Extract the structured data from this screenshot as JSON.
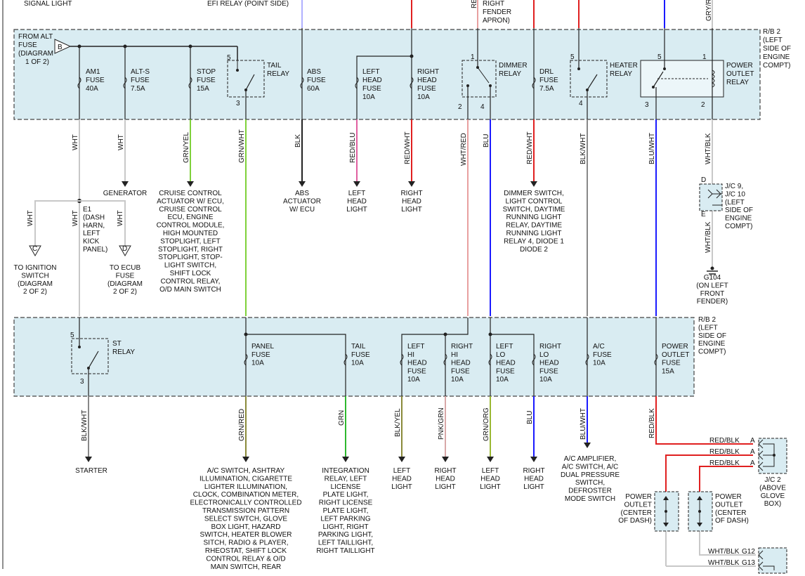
{
  "header": {
    "top_left": "SIGNAL LIGHT",
    "top_mid": "EFI RELAY (POINT SIDE)",
    "top_right_1": "RIGHT",
    "top_right_2": "FENDER",
    "top_right_3": "APRON)",
    "wire_re": "RE",
    "wire_gryrd": "GRY/R"
  },
  "box_top": {
    "label": [
      "R/B 2",
      "(LEFT",
      "SIDE OF",
      "ENGINE",
      "COMPT)"
    ],
    "from_alt": [
      "FROM ALT",
      "FUSE",
      "(DIAGRAM",
      "1 OF 2)"
    ],
    "connector_b": "B",
    "fuses": [
      {
        "lines": [
          "AM1",
          "FUSE",
          "40A"
        ]
      },
      {
        "lines": [
          "ALT-S",
          "FUSE",
          "7.5A"
        ]
      },
      {
        "lines": [
          "STOP",
          "FUSE",
          "15A"
        ]
      },
      {
        "lines": [
          "ABS",
          "FUSE",
          "60A"
        ]
      },
      {
        "lines": [
          "LEFT",
          "HEAD",
          "FUSE",
          "10A"
        ]
      },
      {
        "lines": [
          "RIGHT",
          "HEAD",
          "FUSE",
          "10A"
        ]
      },
      {
        "lines": [
          "DRL",
          "FUSE",
          "7.5A"
        ]
      }
    ],
    "relays": [
      {
        "lines": [
          "TAIL",
          "RELAY"
        ],
        "pins": [
          "5",
          "3"
        ]
      },
      {
        "lines": [
          "DIMMER",
          "RELAY"
        ],
        "pins": [
          "1",
          "2",
          "4"
        ]
      },
      {
        "lines": [
          "HEATER",
          "RELAY"
        ],
        "pins": [
          "5",
          "4"
        ]
      },
      {
        "lines": [
          "POWER",
          "OUTLET",
          "RELAY"
        ],
        "pins": [
          "5",
          "1",
          "3",
          "2"
        ]
      }
    ]
  },
  "mid_wires": {
    "labels": [
      "WHT",
      "WHT",
      "GRN/YEL",
      "GRN/WHT",
      "BLK",
      "RED/BLU",
      "RED/WHT",
      "WHT/RED",
      "BLU",
      "RED/WHT",
      "BLK/WHT",
      "BLU/WHT",
      "WHT/BLK",
      "WHT/BLK",
      "WHT",
      "WHT",
      "WHT"
    ],
    "generator": "GENERATOR",
    "cruise": [
      "CRUISE CONTROL",
      "ACTUATOR W/ ECU,",
      "CRUISE CONTROL",
      "ECU, ENGINE",
      "CONTROL MODULE,",
      "HIGH MOUNTED",
      "STOPLIGHT, LEFT",
      "STOPLIGHT, RIGHT",
      "STOPLIGHT, STOP-",
      "LIGHT SWITCH,",
      "SHIFT LOCK",
      "CONTROL RELAY,",
      "O/D MAIN SWITCH"
    ],
    "abs": [
      "ABS",
      "ACTUATOR",
      "W/ ECU"
    ],
    "left_head": [
      "LEFT",
      "HEAD",
      "LIGHT"
    ],
    "right_head": [
      "RIGHT",
      "HEAD",
      "LIGHT"
    ],
    "dimmer_switch": [
      "DIMMER SWITCH,",
      "LIGHT CONTROL",
      "SWITCH, DAYTIME",
      "RUNNING LIGHT",
      "RELAY, DAYTIME",
      "RUNNING LIGHT",
      "RELAY 4, DIODE 1",
      "DIODE 2"
    ],
    "jc9": [
      "J/C 9,",
      "J/C 10",
      "(LEFT",
      "SIDE OF",
      "ENGINE",
      "COMPT)"
    ],
    "jc9_pins": [
      "D",
      "E"
    ],
    "g104": [
      "G104",
      "(ON LEFT",
      "FRONT",
      "FENDER)"
    ],
    "e1": [
      "E1",
      "(DASH",
      "HARN,",
      "LEFT",
      "KICK",
      "PANEL)"
    ],
    "conn_c": "C",
    "conn_d": "D",
    "to_ignition": [
      "TO IGNITION",
      "SWITCH",
      "(DIAGRAM",
      "2 OF 2)"
    ],
    "to_ecub": [
      "TO ECUB",
      "FUSE",
      "(DIAGRAM",
      "2 OF 2)"
    ]
  },
  "box_bottom": {
    "label": [
      "R/B 2",
      "(LEFT",
      "SIDE OF",
      "ENGINE",
      "COMPT)"
    ],
    "st_relay": {
      "lines": [
        "ST",
        "RELAY"
      ],
      "pins": [
        "5",
        "3"
      ]
    },
    "fuses": [
      {
        "lines": [
          "PANEL",
          "FUSE",
          "10A"
        ]
      },
      {
        "lines": [
          "TAIL",
          "FUSE",
          "10A"
        ]
      },
      {
        "lines": [
          "LEFT",
          "HI",
          "HEAD",
          "FUSE",
          "10A"
        ]
      },
      {
        "lines": [
          "RIGHT",
          "HI",
          "HEAD",
          "FUSE",
          "10A"
        ]
      },
      {
        "lines": [
          "LEFT",
          "LO",
          "HEAD",
          "FUSE",
          "10A"
        ]
      },
      {
        "lines": [
          "RIGHT",
          "LO",
          "HEAD",
          "FUSE",
          "10A"
        ]
      },
      {
        "lines": [
          "A/C",
          "FUSE",
          "10A"
        ]
      },
      {
        "lines": [
          "POWER",
          "OUTLET",
          "FUSE",
          "15A"
        ]
      }
    ]
  },
  "bottom": {
    "wires": [
      "BLK/WHT",
      "GRN/RED",
      "GRN",
      "BLK/YEL",
      "PNK/GRN",
      "GRN/ORG",
      "BLU",
      "BLU/WHT",
      "RED/BLK"
    ],
    "starter": "STARTER",
    "ac_switch": [
      "A/C SWITCH, ASHTRAY",
      "ILLUMINATION, CIGARETTE",
      "LIGHTER ILLUMINATION,",
      "CLOCK, COMBINATION METER,",
      "ELECTRONICALLY CONTROLLED",
      "TRANSMISSION PATTERN",
      "SELECT SWTCH, GLOVE",
      "BOX LIGHT, HAZARD",
      "SWITCH, HEATER BLOWER",
      "SITCH, RADIO & PLAYER,",
      "RHEOSTAT, SHIFT LOCK",
      "CONTROL RELAY & O/D",
      "MAIN SWITCH, REAR"
    ],
    "integration": [
      "INTEGRATION",
      "RELAY, LEFT",
      "LICENSE",
      "PLATE LIGHT,",
      "RIGHT LICENSE",
      "PLATE LIGHT,",
      "LEFT PARKING",
      "LIGHT, RIGHT",
      "PARKING LIGHT,",
      "LEFT TAILLIGHT,",
      "RIGHT TAILLIGHT"
    ],
    "left_head": [
      "LEFT",
      "HEAD",
      "LIGHT"
    ],
    "right_head": [
      "RIGHT",
      "HEAD",
      "LIGHT"
    ],
    "left_head2": [
      "LEFT",
      "HEAD",
      "LIGHT"
    ],
    "right_head2": [
      "RIGHT",
      "HEAD",
      "LIGHT"
    ],
    "ac_amp": [
      "A/C AMPLIFIER,",
      "A/C SWITCH, A/C",
      "DUAL PRESSURE",
      "SWITCH,",
      "DEFROSTER",
      "MODE SWITCH"
    ],
    "power_outlet_1": [
      "POWER",
      "OUTLET",
      "(CENTER",
      "OF DASH)"
    ],
    "power_outlet_2": [
      "POWER",
      "OUTLET",
      "(CENTER",
      "OF DASH)"
    ],
    "jc2": [
      "J/C 2",
      "(ABOVE",
      "GLOVE",
      "BOX)"
    ],
    "redblk": [
      "RED/BLK",
      "RED/BLK",
      "RED/BLK"
    ],
    "pins_a": [
      "A",
      "A",
      "A"
    ],
    "whtblk": [
      "WHT/BLK",
      "WHT/BLK"
    ],
    "g_labels": [
      "G12",
      "G13"
    ]
  },
  "colors": {
    "box_fill": "#d9ecf2",
    "wire_white": "#c8c8c8",
    "wire_green_yel": "#7fd13b",
    "wire_green": "#2eb82e",
    "wire_red": "#e02020",
    "wire_blue": "#1a1aff",
    "wire_black": "#222222",
    "wire_pink": "#e060a0",
    "wire_white_red": "#e8a0a0",
    "wire_green_red": "#8a8a3a",
    "wire_pnk_grn": "#d8a8a8",
    "wire_grn_org": "#9ab832"
  }
}
